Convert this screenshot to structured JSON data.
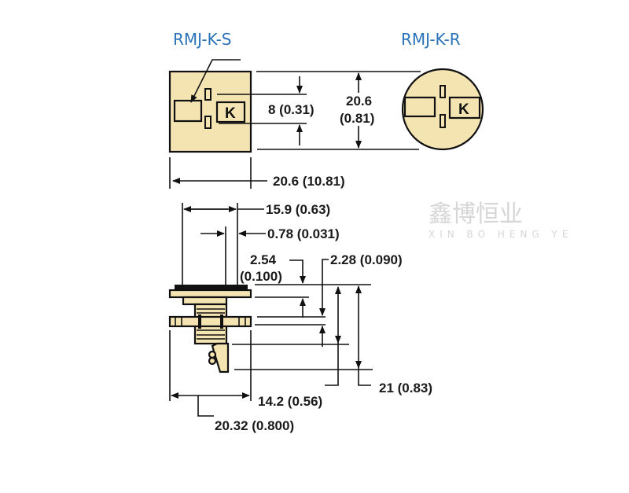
{
  "titles": {
    "square": "RMJ-K-S",
    "round": "RMJ-K-R"
  },
  "key_letter": "K",
  "watermark": {
    "main": "鑫博恒业",
    "sub": "XIN BO HENG YE"
  },
  "dimensions": {
    "pin_spacing": "8 (0.31)",
    "height_value": "20.6",
    "height_inch": "(0.81)",
    "width": "20.6 (10.81)",
    "pin_span": "15.9 (0.63)",
    "pin_width": "0.78 (0.031)",
    "flange_value": "2.54",
    "flange_inch": "(0.100)",
    "nut": "2.28 (0.090)",
    "body_depth": "14.2 (0.56)",
    "total_depth": "21 (0.83)",
    "nut_width": "20.32 (0.800)"
  },
  "colors": {
    "body": "#f3e4b2",
    "title": "#2a73b8"
  }
}
